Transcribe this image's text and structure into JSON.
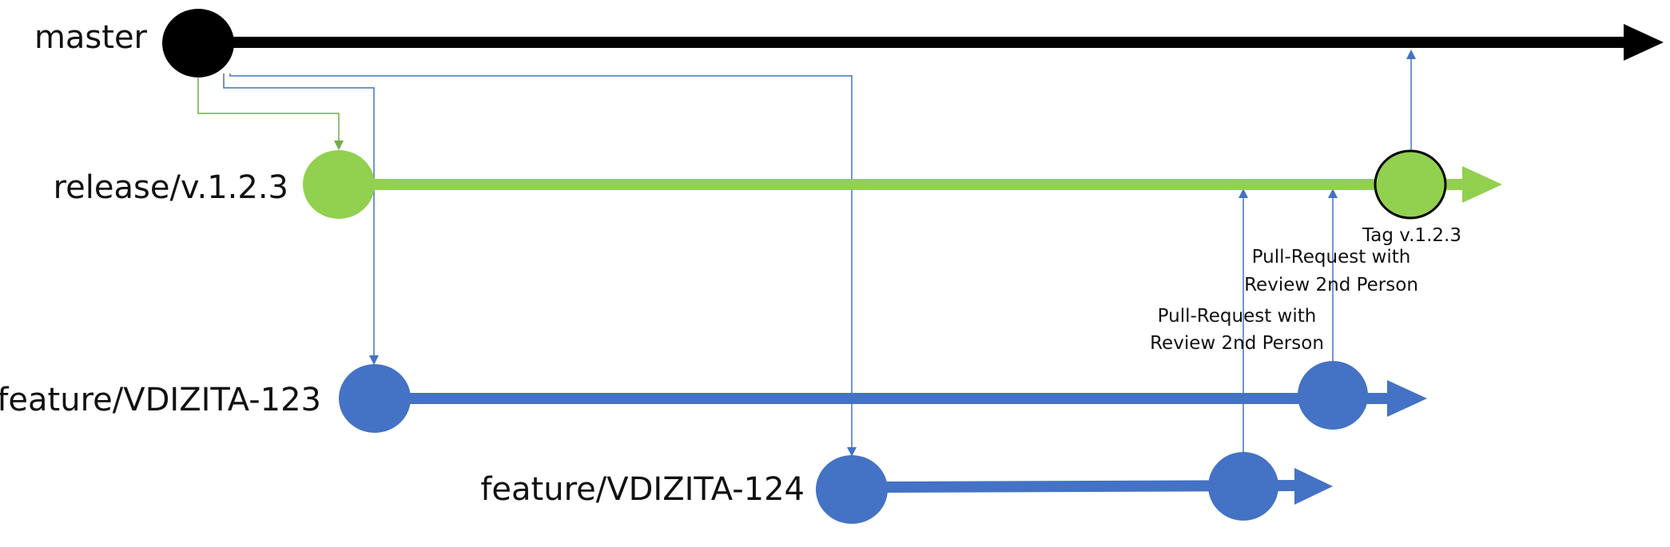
{
  "branches": {
    "master": {
      "label": "master",
      "color": "#000000"
    },
    "release": {
      "label": "release/v.1.2.3",
      "color": "#92D050"
    },
    "feature123": {
      "label": "feature/VDIZITA-123",
      "color": "#4472C4"
    },
    "feature124": {
      "label": "feature/VDIZITA-124",
      "color": "#4472C4"
    }
  },
  "annotations": {
    "tag": "Tag v.1.2.3",
    "pr_upper": [
      "Pull-Request with",
      "Review 2nd Person"
    ],
    "pr_lower": [
      "Pull-Request with",
      "Review 2nd Person"
    ]
  },
  "colors": {
    "master": "#000000",
    "release": "#92D050",
    "feature": "#4472C4",
    "connector_green": "#70AD47",
    "connector_blue": "#4472C4"
  }
}
